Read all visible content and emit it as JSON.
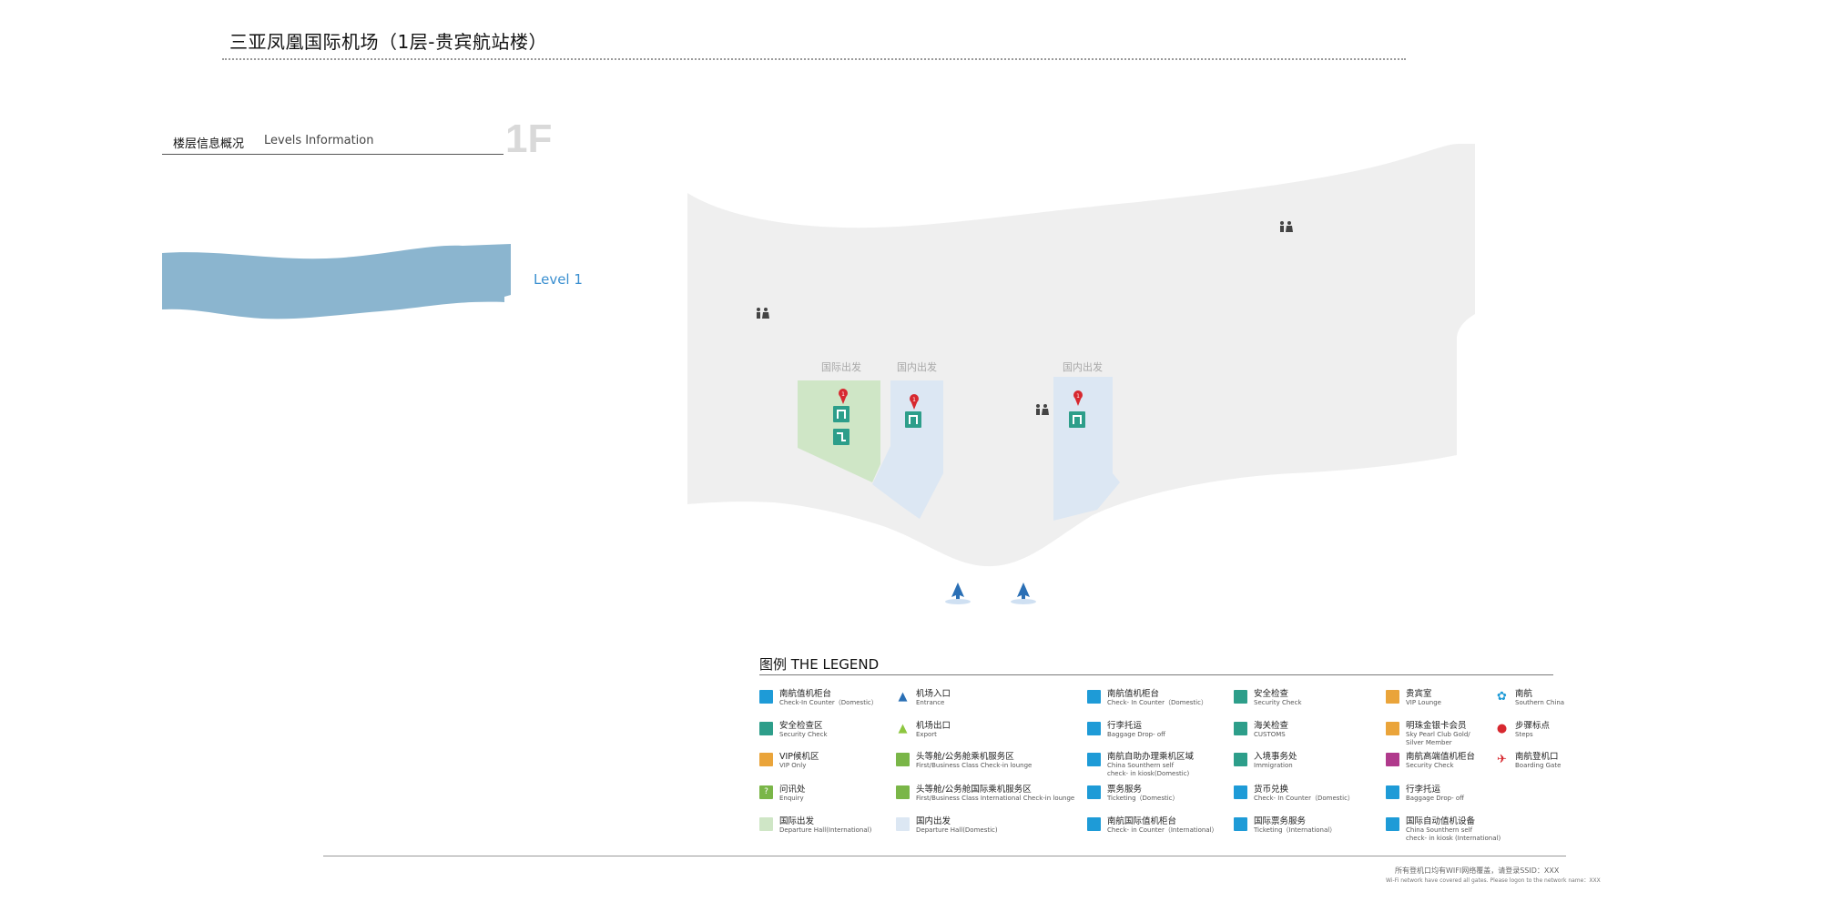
{
  "header": {
    "title": "三亚凤凰国际机场（1层-贵宾航站楼）"
  },
  "levels": {
    "label_cn": "楼层信息概况",
    "label_en": "Levels Information",
    "floor": "1F",
    "level_name": "Level 1",
    "band_color": "#8bb5cf"
  },
  "map": {
    "zones": [
      {
        "name": "国际出发",
        "color": "#cfe6c6"
      },
      {
        "name": "国内出发",
        "color": "#dce7f3"
      },
      {
        "name": "国内出发",
        "color": "#dce7f3"
      }
    ],
    "floor_color": "#efefef",
    "icons": [
      "restroom-icon",
      "restroom-icon",
      "restroom-icon",
      "steps-icon",
      "steps-icon",
      "steps-icon",
      "security-check-icon",
      "security-check-icon",
      "security-check-icon",
      "customs-icon",
      "entrance-icon",
      "entrance-icon"
    ]
  },
  "legend": {
    "title": "图例  THE LEGEND",
    "columns": [
      [
        {
          "icon": "check-in-counter-square",
          "color": "#1e9bd7",
          "cn": "南航值机柜台",
          "en": "Check-In Counter（Domestic）"
        },
        {
          "icon": "security-check-square",
          "color": "#2d9e8a",
          "cn": "安全检查区",
          "en": "Security Check"
        },
        {
          "icon": "vip-only-square",
          "color": "#eaa43a",
          "cn": "VIP候机区",
          "en": "VIP Only"
        },
        {
          "icon": "enquiry-icon",
          "color": "#7ab648",
          "cn": "问讯处",
          "en": "Enquiry"
        },
        {
          "icon": "departure-hall-intl-square",
          "color": "#cfe6c6",
          "cn": "国际出发",
          "en": "Departure Hall(International)"
        }
      ],
      [
        {
          "icon": "entrance-icon",
          "color": "#2a6fb5",
          "cn": "机场入口",
          "en": "Entrance"
        },
        {
          "icon": "export-icon",
          "color": "#8dc63f",
          "cn": "机场出口",
          "en": "Export"
        },
        {
          "icon": "first-class-checkin-icon",
          "color": "#7ab648",
          "cn": "头等舱/公务舱乘机服务区",
          "en": "First/Business Class Check-in lounge"
        },
        {
          "icon": "first-class-intl-checkin-icon",
          "color": "#7ab648",
          "cn": "头等舱/公务舱国际乘机服务区",
          "en": "First/Business Class International Check-in lounge"
        },
        {
          "icon": "departure-hall-domestic-square",
          "color": "#dce7f3",
          "cn": "国内出发",
          "en": "Departure Hall(Domestic)"
        }
      ],
      [
        {
          "icon": "check-in-counter-icon",
          "color": "#1e9bd7",
          "cn": "南航值机柜台",
          "en": "Check- In Counter（Domestic）"
        },
        {
          "icon": "baggage-drop-off-icon",
          "color": "#1e9bd7",
          "cn": "行李托运",
          "en": "Baggage Drop- off"
        },
        {
          "icon": "self-check-in-kiosk-icon",
          "color": "#1e9bd7",
          "cn": "南航自助办理乘机区域",
          "en": "China Sounthern self\ncheck- in kiosk(Domestic)"
        },
        {
          "icon": "ticketing-icon",
          "color": "#1e9bd7",
          "cn": "票务服务",
          "en": "Ticketing（Domestic）"
        },
        {
          "icon": "intl-check-in-counter-icon",
          "color": "#1e9bd7",
          "cn": "南航国际值机柜台",
          "en": "Check- in Counter（International）"
        }
      ],
      [
        {
          "icon": "security-check-icon",
          "color": "#2d9e8a",
          "cn": "安全检查",
          "en": "Security Check"
        },
        {
          "icon": "customs-icon",
          "color": "#2d9e8a",
          "cn": "海关检查",
          "en": "CUSTOMS"
        },
        {
          "icon": "immigration-icon",
          "color": "#2d9e8a",
          "cn": "入境事务处",
          "en": "Immigration"
        },
        {
          "icon": "currency-exchange-icon",
          "color": "#1e9bd7",
          "cn": "货币兑换",
          "en": "Check- In Counter（Domestic）"
        },
        {
          "icon": "intl-ticketing-icon",
          "color": "#1e9bd7",
          "cn": "国际票务服务",
          "en": "Ticketing（International）"
        }
      ],
      [
        {
          "icon": "vip-lounge-icon",
          "color": "#eaa43a",
          "cn": "贵宾室",
          "en": "VIP Lounge"
        },
        {
          "icon": "sky-pearl-club-icon",
          "color": "#eaa43a",
          "cn": "明珠金银卡会员",
          "en": "Sky Pearl Club Gold/\nSilver Member"
        },
        {
          "icon": "premium-security-check-icon",
          "color": "#b03a8c",
          "cn": "南航高端值机柜台",
          "en": "Security Check"
        },
        {
          "icon": "baggage-drop-off-icon",
          "color": "#1e9bd7",
          "cn": "行李托运",
          "en": "Baggage Drop- off"
        },
        {
          "icon": "intl-self-check-in-kiosk-icon",
          "color": "#1e9bd7",
          "cn": "国际自动值机设备",
          "en": "China Sounthern self\ncheck- in kiosk (International)"
        }
      ],
      [
        {
          "icon": "southern-china-logo-icon",
          "color": "#1e9bd7",
          "cn": "南航",
          "en": "Southern China"
        },
        {
          "icon": "steps-icon",
          "color": "#d7282f",
          "cn": "步骤标点",
          "en": "Steps"
        },
        {
          "icon": "boarding-gate-icon",
          "color": "#d7282f",
          "cn": "南航登机口",
          "en": "Boarding Gate"
        }
      ]
    ]
  },
  "footer": {
    "cn": "所有登机口均有WIFI网络覆盖，请登录SSID：XXX",
    "en": "Wi-Fi network have covered all gates. Please logon to the network name：XXX"
  }
}
